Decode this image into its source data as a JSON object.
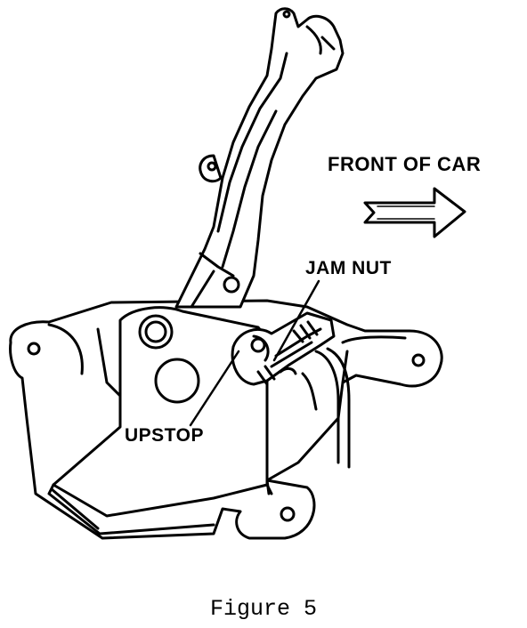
{
  "labels": {
    "front_of_car": "FRONT OF CAR",
    "jam_nut": "JAM NUT",
    "upstop": "UPSTOP"
  },
  "caption": "Figure 5",
  "colors": {
    "line": "#000000",
    "fill": "#ffffff"
  },
  "icons": {
    "direction_arrow": "arrow-right-outline-icon"
  }
}
